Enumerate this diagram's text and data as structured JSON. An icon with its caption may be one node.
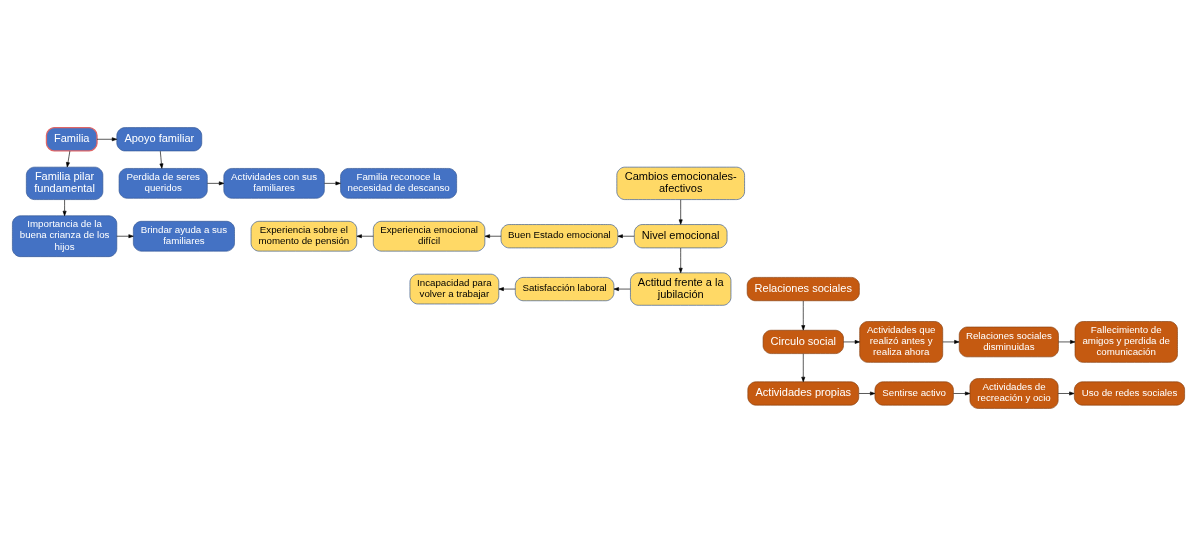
{
  "diagram": {
    "nodes": [
      {
        "text": [
          "Familia"
        ]
      },
      {
        "text": [
          "Apoyo familiar"
        ]
      },
      {
        "text": [
          "Familia pilar fundamental"
        ]
      },
      {
        "text": [
          "Perdida de seres queridos"
        ]
      },
      {
        "text": [
          "Actividades con sus familiares"
        ]
      },
      {
        "text": [
          "Familia reconoce la necesidad de descanso"
        ]
      },
      {
        "text": [
          "Cambios emocionales-afectivos"
        ]
      },
      {
        "text": [
          "Importancia de la buena crianza de los hijos"
        ]
      },
      {
        "text": [
          "Brindar ayuda a sus familiares"
        ]
      },
      {
        "text": [
          "Experiencia sobre el momento de pensión"
        ]
      },
      {
        "text": [
          "Experiencia emocional difícil"
        ]
      },
      {
        "text": [
          "Buen Estado emocional"
        ]
      },
      {
        "text": [
          "Nivel emocional"
        ]
      },
      {
        "text": [
          "Incapacidad para volver a trabajar"
        ]
      },
      {
        "text": [
          "Satisfacción laboral"
        ]
      },
      {
        "text": [
          "Actitud frente a la jubilación"
        ]
      },
      {
        "text": [
          "Relaciones sociales"
        ]
      },
      {
        "text": [
          "Circulo social"
        ]
      },
      {
        "text": [
          "Actividades que realizó antes y realiza ahora"
        ]
      },
      {
        "text": [
          "Relaciones sociales disminuidas"
        ]
      },
      {
        "text": [
          "Fallecimiento de amigos y perdida de comunicación"
        ]
      },
      {
        "text": [
          "Actividades propias"
        ]
      },
      {
        "text": [
          "Sentirse activo"
        ]
      },
      {
        "text": [
          "Actividades de recreación y ocio"
        ]
      },
      {
        "text": [
          "Uso de redes sociales"
        ]
      }
    ],
    "edges": [
      {
        "from": 0,
        "to": 1,
        "arrow": "to"
      },
      {
        "from": 0,
        "to": 2,
        "arrow": "to"
      },
      {
        "from": 1,
        "to": 3,
        "arrow": "to"
      },
      {
        "from": 3,
        "to": 4,
        "arrow": "to"
      },
      {
        "from": 4,
        "to": 5,
        "arrow": "to"
      },
      {
        "from": 2,
        "to": 7,
        "arrow": "to"
      },
      {
        "from": 7,
        "to": 8,
        "arrow": "to"
      },
      {
        "from": 6,
        "to": 12,
        "arrow": "to"
      },
      {
        "from": 12,
        "to": 11,
        "arrow": "to"
      },
      {
        "from": 11,
        "to": 10,
        "arrow": "to"
      },
      {
        "from": 10,
        "to": 9,
        "arrow": "to"
      },
      {
        "from": 12,
        "to": 15,
        "arrow": "to"
      },
      {
        "from": 15,
        "to": 14,
        "arrow": "to"
      },
      {
        "from": 14,
        "to": 13,
        "arrow": "to"
      },
      {
        "from": 16,
        "to": 17,
        "arrow": "to"
      },
      {
        "from": 17,
        "to": 18,
        "arrow": "to"
      },
      {
        "from": 18,
        "to": 19,
        "arrow": "to"
      },
      {
        "from": 19,
        "to": 20,
        "arrow": "to"
      },
      {
        "from": 17,
        "to": 21,
        "arrow": "to"
      },
      {
        "from": 21,
        "to": 22,
        "arrow": "to"
      },
      {
        "from": 22,
        "to": 23,
        "arrow": "to"
      },
      {
        "from": 23,
        "to": 24,
        "arrow": "to"
      }
    ]
  }
}
